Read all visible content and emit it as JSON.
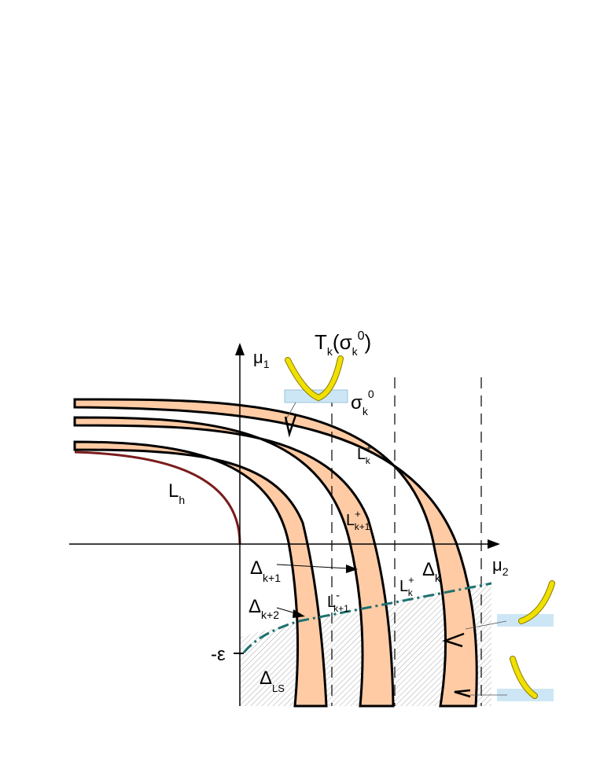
{
  "axes": {
    "vertical": {
      "symbol": "μ",
      "sub": "1"
    },
    "horizontal": {
      "symbol": "μ",
      "sub": "2"
    },
    "eps_label": "-ε"
  },
  "top_label": {
    "T": "T",
    "k": "k",
    "sigma": "σ",
    "sub": "k",
    "sup": "0"
  },
  "sigma_label": {
    "sigma": "σ",
    "sub": "k",
    "sup": "0"
  },
  "curve_labels": {
    "Lh": {
      "main": "L",
      "sub": "h"
    },
    "Lk_plus": {
      "main": "L",
      "sup": "+",
      "sub": "k"
    },
    "Lk1_plus": {
      "main": "L",
      "sup": "+",
      "sub": "k+1"
    },
    "Lk1_minus": {
      "main": "L",
      "sup": "-",
      "sub": "k+1"
    },
    "Lk_minus_lower": {
      "main": "L",
      "sup": "+",
      "sub": "k"
    }
  },
  "region_labels": {
    "delta_k": {
      "main": "Δ",
      "sub": "k"
    },
    "delta_k1": {
      "main": "Δ",
      "sub": "k+1"
    },
    "delta_k2": {
      "main": "Δ",
      "sub": "k+2"
    },
    "delta_ls": {
      "main": "Δ",
      "sub": "LS"
    }
  },
  "colors": {
    "band_fill": "#FFCBA4",
    "curve_stroke": "#000000",
    "Lh_stroke": "#7B1C1C",
    "dashdot": "#1F7070",
    "yellow": "#F0E000",
    "yellow_edge": "#8A7A00",
    "rect_fill": "#CDE6F5",
    "hatch": "#9A9A9A"
  }
}
